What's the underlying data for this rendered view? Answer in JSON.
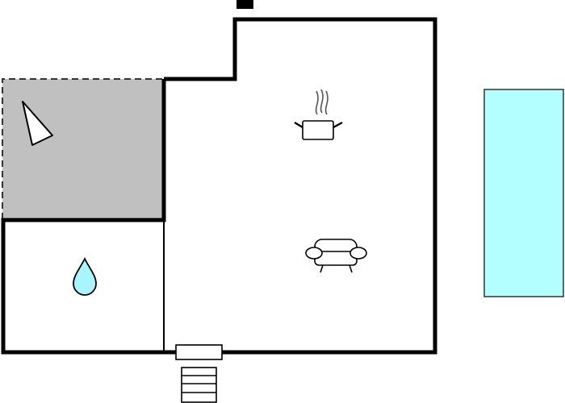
{
  "floorplan": {
    "rooms": [
      {
        "id": "terrace",
        "kind": "covered-terrace",
        "fill": "#c0c0c0",
        "boundary": "dashed"
      },
      {
        "id": "bathroom",
        "kind": "bathroom",
        "icon": "water-drop-icon"
      },
      {
        "id": "living",
        "kind": "living-kitchen",
        "icons": [
          "cooking-pot-icon",
          "armchair-icon"
        ]
      }
    ],
    "features": [
      {
        "id": "pool",
        "kind": "swimming-pool",
        "fill": "#b3ffff"
      },
      {
        "id": "entrance",
        "kind": "entrance-stairs"
      },
      {
        "id": "chimney",
        "kind": "chimney"
      },
      {
        "id": "terrace-marker",
        "kind": "direction-marker"
      }
    ],
    "colors": {
      "wall": "#000000",
      "terrace": "#c0c0c0",
      "pool": "#b3ffff",
      "water_drop": "#a8f4ff",
      "background": "#ffffff"
    }
  }
}
